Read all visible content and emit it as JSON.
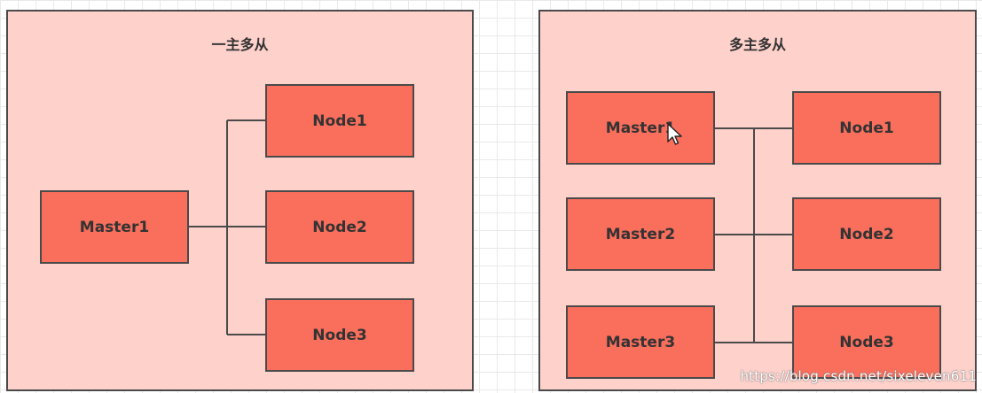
{
  "diagram": {
    "left_panel": {
      "title": "一主多从",
      "masters": [
        {
          "label": "Master1"
        }
      ],
      "nodes": [
        {
          "label": "Node1"
        },
        {
          "label": "Node2"
        },
        {
          "label": "Node3"
        }
      ]
    },
    "right_panel": {
      "title": "多主多从",
      "masters": [
        {
          "label": "Master1"
        },
        {
          "label": "Master2"
        },
        {
          "label": "Master3"
        }
      ],
      "nodes": [
        {
          "label": "Node1"
        },
        {
          "label": "Node2"
        },
        {
          "label": "Node3"
        }
      ]
    }
  },
  "watermark": "https://blog.csdn.net/sixeleven611",
  "colors": {
    "panel_fill": "#ffd1cb",
    "box_fill": "#fa6e5c",
    "stroke": "#4a4a4a",
    "text": "#333333"
  },
  "icons": {
    "cursor": "mouse-pointer-icon"
  }
}
